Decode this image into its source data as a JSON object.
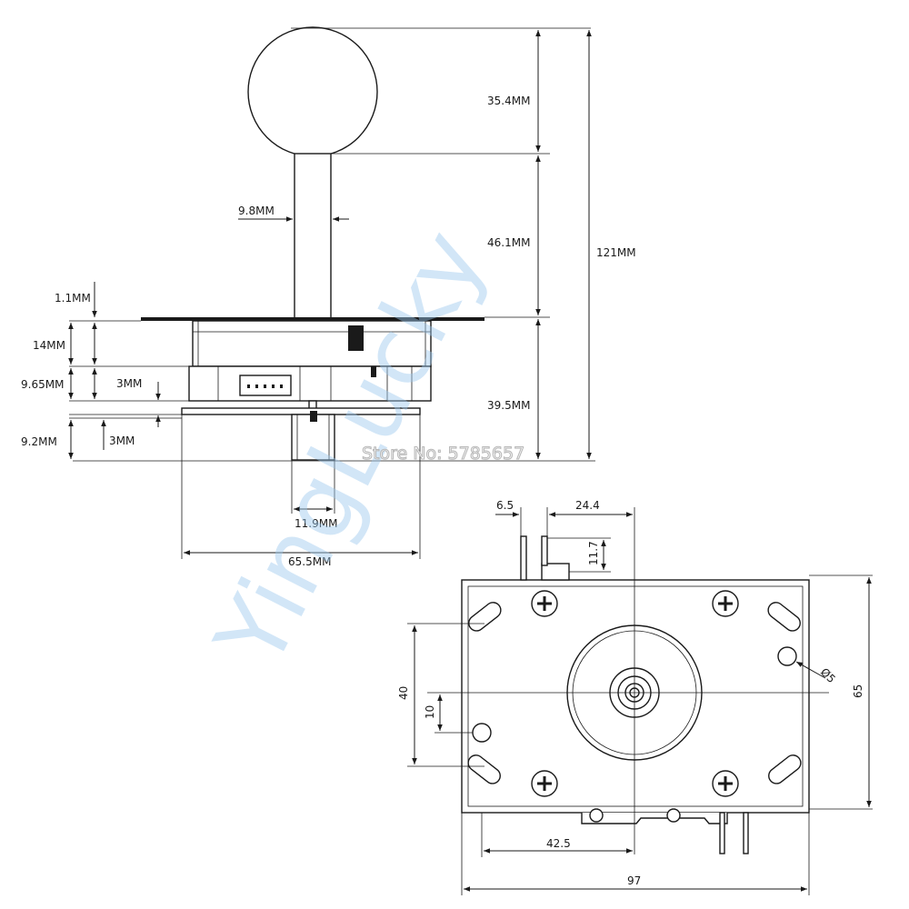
{
  "watermark": {
    "brand": "YingLucky",
    "store": "Store No: 5785657"
  },
  "side_view": {
    "dimensions": {
      "ball": "35.4MM",
      "shaft_width": "9.8MM",
      "shaft_height": "46.1MM",
      "total_height": "121MM",
      "plate_thickness": "1.1MM",
      "upper_body": "14MM",
      "lower_body": "9.65MM",
      "gap_upper": "3MM",
      "gap_lower": "3MM",
      "bottom_shaft": "9.2MM",
      "base_height": "39.5MM",
      "bottom_shaft_width": "11.9MM",
      "base_width": "65.5MM"
    }
  },
  "bottom_view": {
    "dimensions": {
      "tab_gap": "6.5",
      "tab_offset": "24.4",
      "tab_height": "11.7",
      "mount_span": "40",
      "center_offset": "10",
      "hole_diameter": "Ø5",
      "plate_height": "65",
      "center_from_left": "42.5",
      "plate_width": "97"
    }
  },
  "colors": {
    "line": "#1a1a1a",
    "watermark": "#9cc9ee"
  }
}
